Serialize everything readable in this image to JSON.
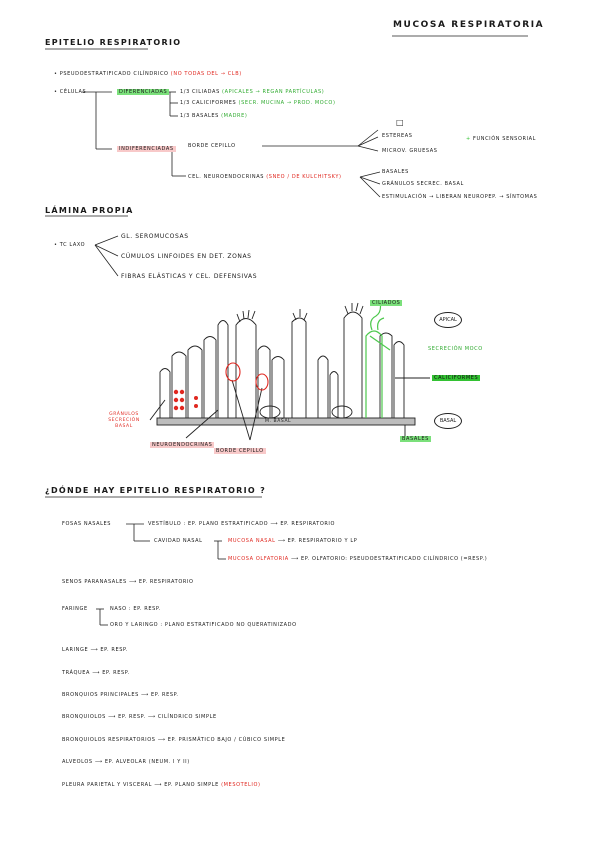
{
  "title": "MUCOSA RESPIRATORIA",
  "epitelio": {
    "heading": "EPITELIO RESPIRATORIO",
    "b1_prefix": "PSEUDOESTRATIFICADO CILÍNDRICO",
    "b1_note": "(NO TODAS DEL → CLB)",
    "b2": "CÉLULAS",
    "diferenciadas": "DIFERENCIADAS",
    "d1": "1/3 CILIADAS",
    "d1_note": "(APICALES → REGAN PARTÍCULAS)",
    "d2": "1/3 CALICIFORMES",
    "d2_note": "(SECR. MUCINA → PROD. MOCO)",
    "d3": "1/3 BASALES",
    "d3_note": "(MADRE)",
    "indiferenciadas": "INDIFERENCIADAS",
    "borde": "BORDE CEPILLO",
    "borde_a": "ESTEREAS",
    "borde_b": "MICROV. GRUESAS",
    "borde_c": "FUNCIÓN SENSORIAL",
    "neuro": "CEL. NEUROENDOCRINAS",
    "neuro_note": "(SNEO / DE KULCHITSKY)",
    "neuro_a": "BASALES",
    "neuro_b": "GRÁNULOS SECREC. BASAL",
    "neuro_c": "ESTIMULACIÓN → LIBERAN NEUROPEP. → SÍNTOMAS"
  },
  "lamina": {
    "heading": "LÁMINA PROPIA",
    "tc": "TC LAXO",
    "a": "GL. SEROMUCOSAS",
    "b": "CÚMULOS LINFOIDES EN DET. ZONAS",
    "c": "FIBRAS ELÁSTICAS Y CEL. DEFENSIVAS"
  },
  "diagram": {
    "ciliados": "CILIADOS",
    "apical": "APICAL",
    "basal": "BASAL",
    "bordemoco": "SECRECIÓN MOCO",
    "caliciformes": "CALICIFORMES",
    "basales": "BASALES",
    "mbasal": "M. BASAL",
    "granulos": "GRÁNULOS SECRECIÓN BASAL",
    "neuroendo": "NEUROENDOCRINAS",
    "bordecep": "BORDE CEPILLO"
  },
  "donde": {
    "heading": "¿DÓNDE HAY EPITELIO RESPIRATORIO ?",
    "fosas": "FOSAS NASALES",
    "vest": "VESTÍBULO : EP. PLANO ESTRATIFICADO",
    "vest_to": "EP. RESPIRATORIO",
    "cav": "CAVIDAD NASAL",
    "mnasal": "MUCOSA NASAL",
    "mnasal_to": "EP. RESPIRATORIO Y LP",
    "molf": "MUCOSA OLFATORIA",
    "molf_to": "EP. OLFATORIO: PSEUDOESTRATIFICADO CILÍNDRICO (=RESP.)",
    "senos": "SENOS PARANASALES",
    "senos_to": "EP. RESPIRATORIO",
    "faringe": "FARINGE",
    "naso": "NASO : EP. RESP.",
    "oro": "ORO Y LARINGO : PLANO ESTRATIFICADO NO QUERATINIZADO",
    "laringe": "LARINGE",
    "laringe_to": "EP. RESP.",
    "traquea": "TRÁQUEA",
    "traquea_to": "EP. RESP.",
    "bprinc": "BRONQUIOS PRINCIPALES",
    "bprinc_to": "EP. RESP.",
    "bronquiolos": "BRONQUIOLOS",
    "bronquiolos_to": "EP. RESP.",
    "bronquiolos_to2": "CILÍNDRICO SIMPLE",
    "bresp": "BRONQUIOLOS RESPIRATORIOS",
    "bresp_to": "EP. PRISMÁTICO BAJO / CÚBICO SIMPLE",
    "alveolos": "ALVEOLOS",
    "alveolos_to": "EP. ALVEOLAR (NEUM. I Y II)",
    "pleura": "PLEURA PARIETAL Y VISCERAL",
    "pleura_to": "EP. PLANO SIMPLE",
    "pleura_note": "(MESOTELIO)"
  }
}
